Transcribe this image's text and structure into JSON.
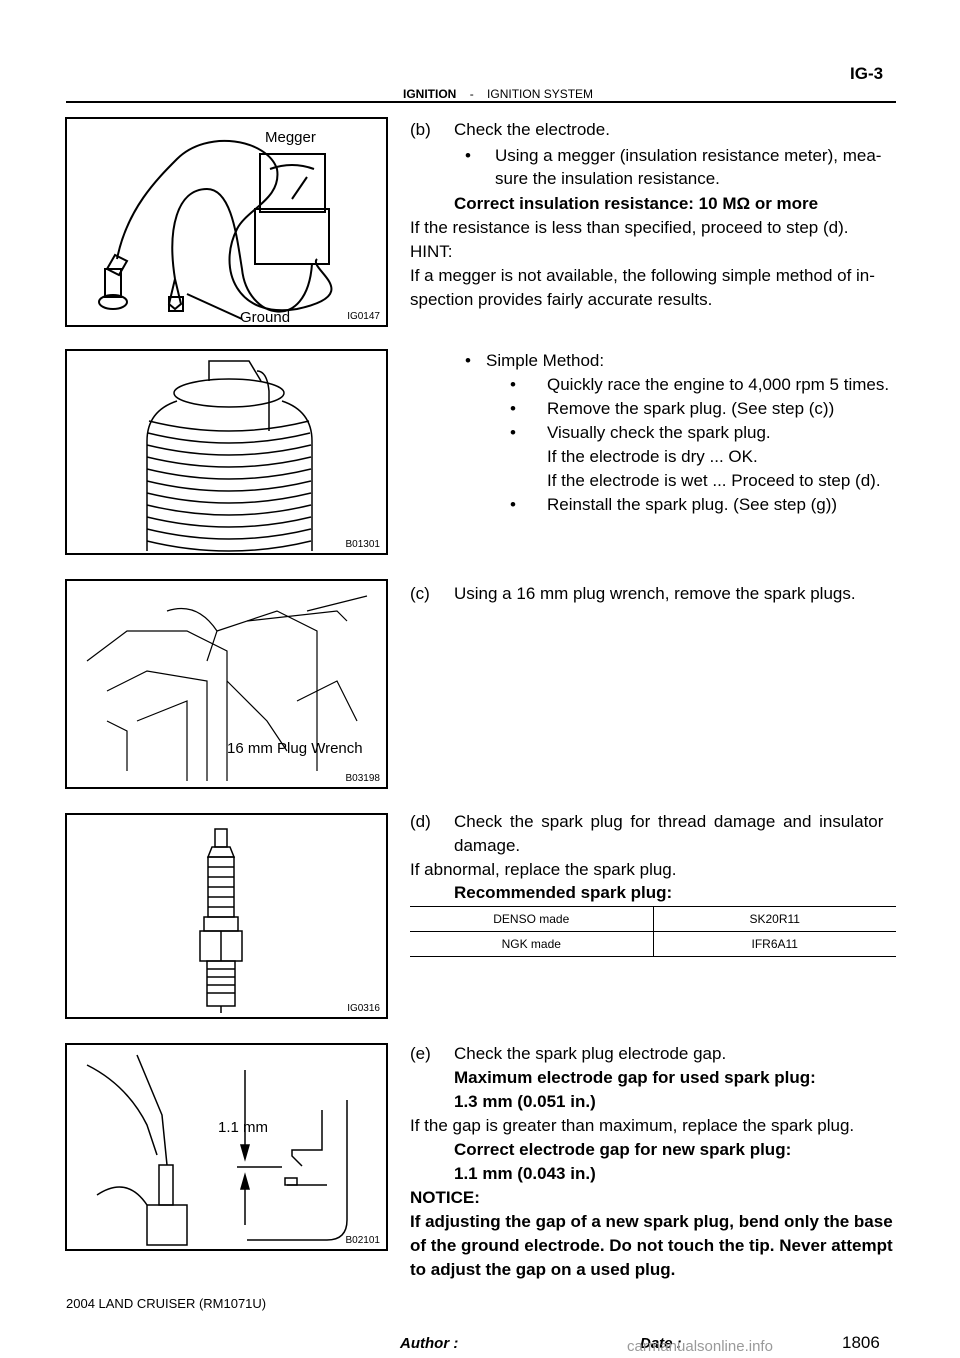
{
  "header": {
    "section": "IGNITION",
    "sep": "-",
    "subsection": "IGNITION SYSTEM",
    "page_code": "IG-3"
  },
  "figures": [
    {
      "code": "IG0147",
      "labels": [
        "Megger",
        "Ground"
      ]
    },
    {
      "code": "B01301",
      "labels": []
    },
    {
      "code": "B03198",
      "labels": [
        "16 mm Plug Wrench"
      ]
    },
    {
      "code": "IG0316",
      "labels": []
    },
    {
      "code": "B02101",
      "labels": [
        "1.1 mm"
      ]
    }
  ],
  "step_b": {
    "heading_label": "(b)",
    "heading": "Check the electrode.",
    "bullet1_line1": "Using a megger (insulation resistance meter), mea-",
    "bullet1_line2": "sure the insulation resistance.",
    "spec": "Correct insulation resistance: 10 MΩ or more",
    "note1": "If the resistance is less than specified, proceed to step (d).",
    "hint_label": "HINT:",
    "hint1": "If a megger is not available, the following simple method of in-",
    "hint2": "spection provides fairly accurate results."
  },
  "simple_method": {
    "title": "Simple Method:",
    "items": [
      "Quickly race the engine to 4,000 rpm 5 times.",
      "Remove the spark plug. (See step (c))",
      "Visually check the spark plug.",
      "If the electrode is dry ... OK.",
      "If the electrode is wet ... Proceed to step (d).",
      "Reinstall the spark plug. (See step (g))"
    ]
  },
  "step_c": {
    "label": "(c)",
    "text": "Using a 16 mm plug wrench, remove the spark plugs."
  },
  "step_d": {
    "label": "(d)",
    "line1": "Check the spark plug for thread damage and insulator",
    "line2": "damage.",
    "note": "If abnormal, replace the spark plug.",
    "spec_title": "Recommended spark plug:",
    "table": [
      [
        "DENSO made",
        "SK20R11"
      ],
      [
        "NGK made",
        "IFR6A11"
      ]
    ]
  },
  "step_e": {
    "label": "(e)",
    "text": "Check the spark plug electrode gap.",
    "max_title": "Maximum electrode gap for used spark plug:",
    "max_value": "1.3 mm (0.051 in.)",
    "note": "If the gap is greater than maximum, replace the spark plug.",
    "new_title": "Correct electrode gap for new spark plug:",
    "new_value": "1.1 mm (0.043 in.)",
    "notice_label": "NOTICE:",
    "notice1": "If adjusting the gap of a new spark plug, bend only the base",
    "notice2": "of the ground electrode. Do not touch the tip. Never attempt",
    "notice3": "to adjust the gap on a used plug."
  },
  "footer": {
    "model": "2004 LAND CRUISER   (RM1071U)",
    "author_label": "Author :",
    "date_label": "Date :",
    "page_number": "1806",
    "watermark": "carmanualsonline.info"
  }
}
